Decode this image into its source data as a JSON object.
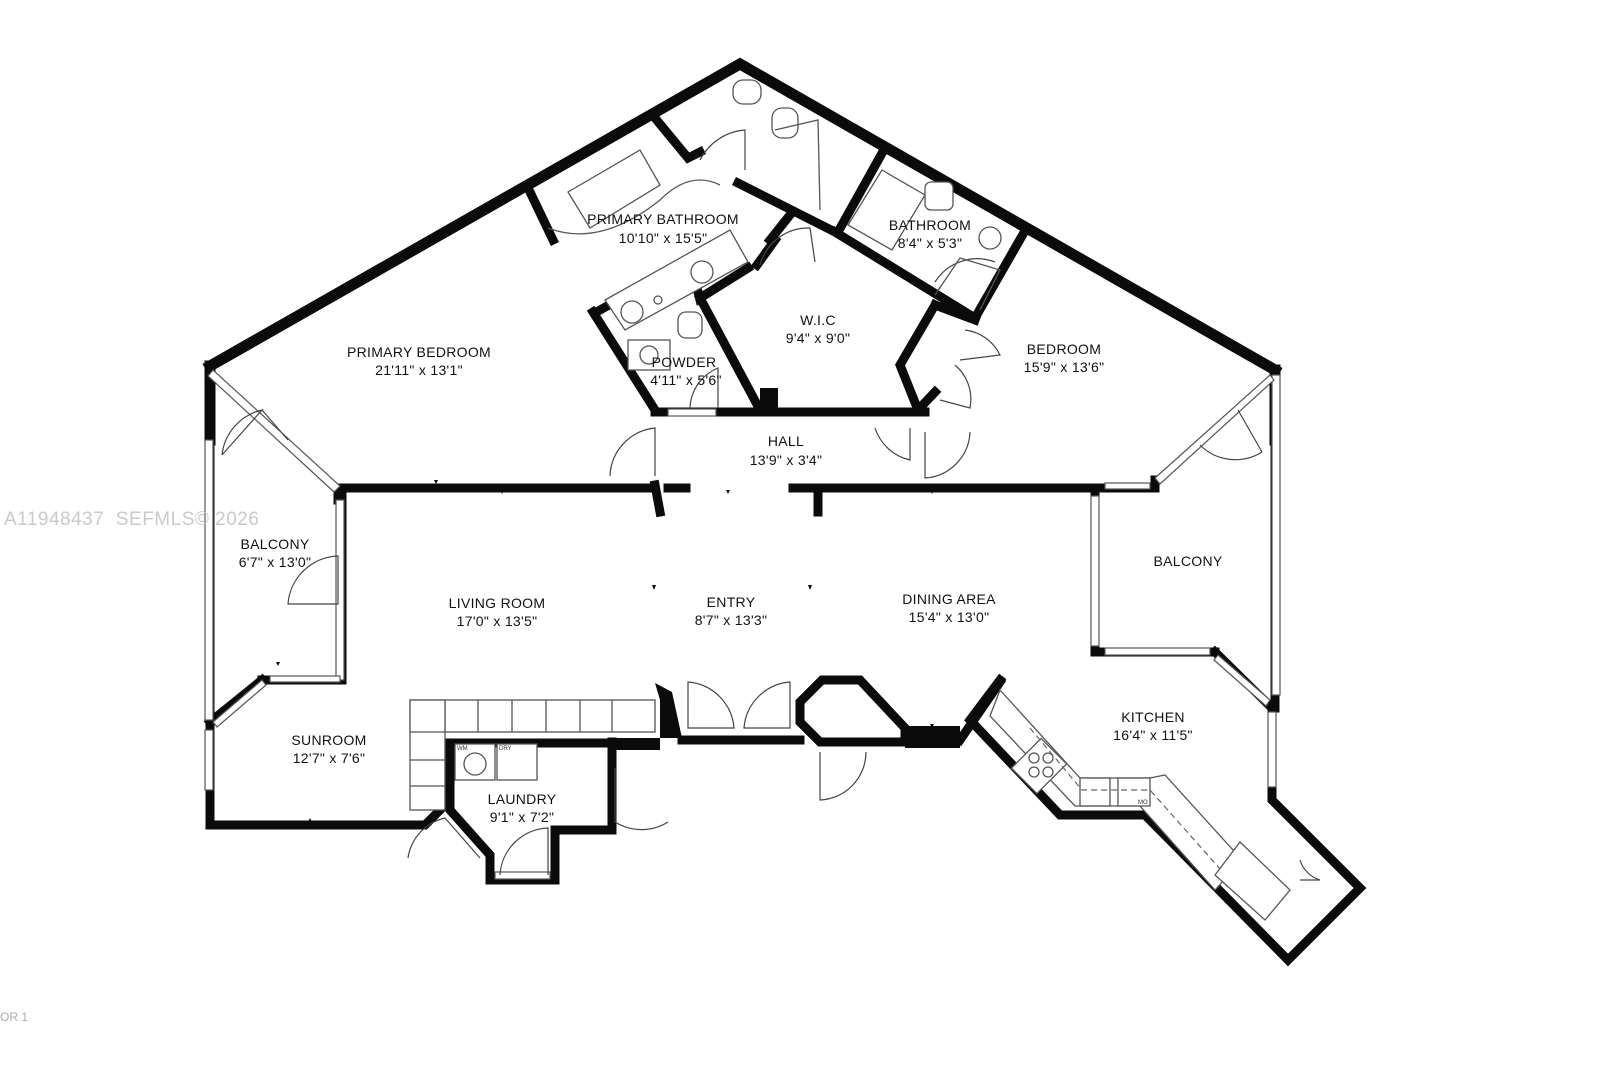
{
  "watermark": "A11948437  SEFMLS© 2026",
  "floor_label": "OR 1",
  "appliance_labels": {
    "washer": "WM",
    "dryer": "DRY",
    "microwave": "MO"
  },
  "rooms": {
    "primary_bathroom": {
      "name": "PRIMARY BATHROOM",
      "dims": "10'10\" x 15'5\""
    },
    "bathroom": {
      "name": "BATHROOM",
      "dims": "8'4\" x 5'3\""
    },
    "wic": {
      "name": "W.I.C",
      "dims": "9'4\" x 9'0\""
    },
    "primary_bedroom": {
      "name": "PRIMARY BEDROOM",
      "dims": "21'11\" x 13'1\""
    },
    "powder": {
      "name": "POWDER",
      "dims": "4'11\" x 5'6\""
    },
    "bedroom": {
      "name": "BEDROOM",
      "dims": "15'9\" x 13'6\""
    },
    "hall": {
      "name": "HALL",
      "dims": "13'9\" x 3'4\""
    },
    "balcony_left": {
      "name": "BALCONY",
      "dims": "6'7\" x 13'0\""
    },
    "balcony_right": {
      "name": "BALCONY"
    },
    "living_room": {
      "name": "LIVING ROOM",
      "dims": "17'0\" x 13'5\""
    },
    "entry": {
      "name": "ENTRY",
      "dims": "8'7\" x 13'3\""
    },
    "dining_area": {
      "name": "DINING AREA",
      "dims": "15'4\" x 13'0\""
    },
    "kitchen": {
      "name": "KITCHEN",
      "dims": "16'4\" x 11'5\""
    },
    "sunroom": {
      "name": "SUNROOM",
      "dims": "12'7\" x 7'6\""
    },
    "laundry": {
      "name": "LAUNDRY",
      "dims": "9'1\" x 7'2\""
    }
  }
}
